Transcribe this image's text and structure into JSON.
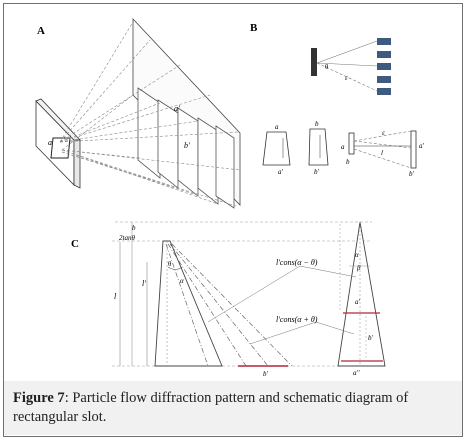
{
  "panels": {
    "A": {
      "label": "A",
      "annotations": [
        "a",
        "a'",
        "b'"
      ]
    },
    "B": {
      "label": "B",
      "annotations": [
        "θ",
        "ε",
        "a",
        "b",
        "a'",
        "b'",
        "b",
        "a",
        "ε",
        "l",
        "a'",
        "b'"
      ]
    },
    "C": {
      "label": "C",
      "annotations": [
        "b",
        "2tanθ",
        "l",
        "l'",
        "θ",
        "α",
        "b'",
        "l'cons(α − θ)",
        "l'cons(α + θ)",
        "α",
        "β",
        "a'",
        "b'",
        "a''"
      ]
    }
  },
  "caption": {
    "label": "Figure 7",
    "text": ": Particle flow diffraction pattern and schematic diagram of rectangular slot."
  }
}
